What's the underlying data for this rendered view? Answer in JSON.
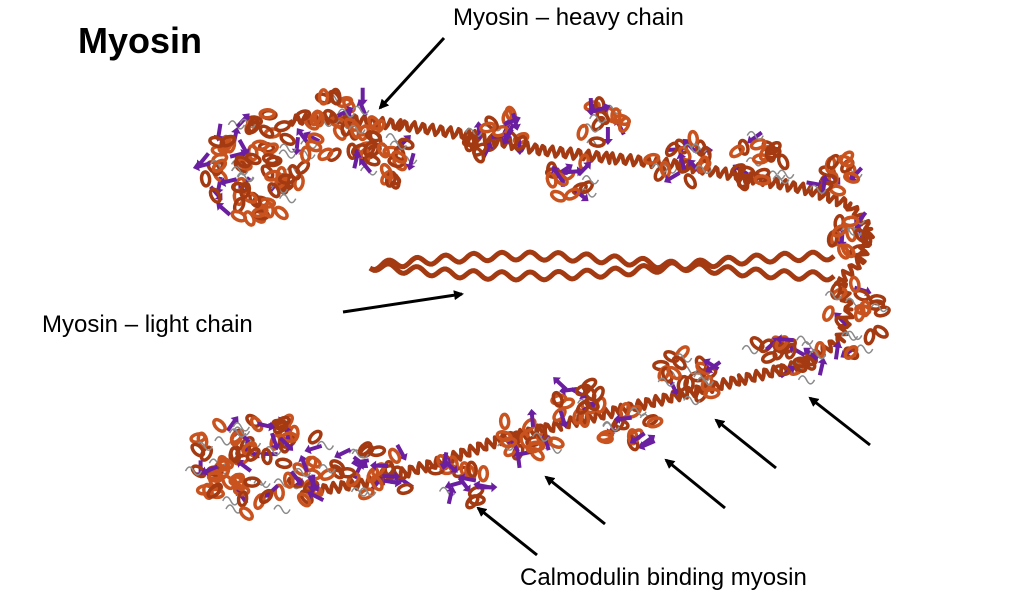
{
  "title": "Myosin",
  "labels": {
    "heavy_chain": "Myosin – heavy chain",
    "light_chain": "Myosin – light chain",
    "calmodulin": "Calmodulin binding myosin"
  },
  "colors": {
    "helix": "#a33a12",
    "helix_highlight": "#c9531f",
    "sheet": "#6a1fa0",
    "coil": "#8a8a8a",
    "arrow": "#000000",
    "text": "#000000"
  }
}
